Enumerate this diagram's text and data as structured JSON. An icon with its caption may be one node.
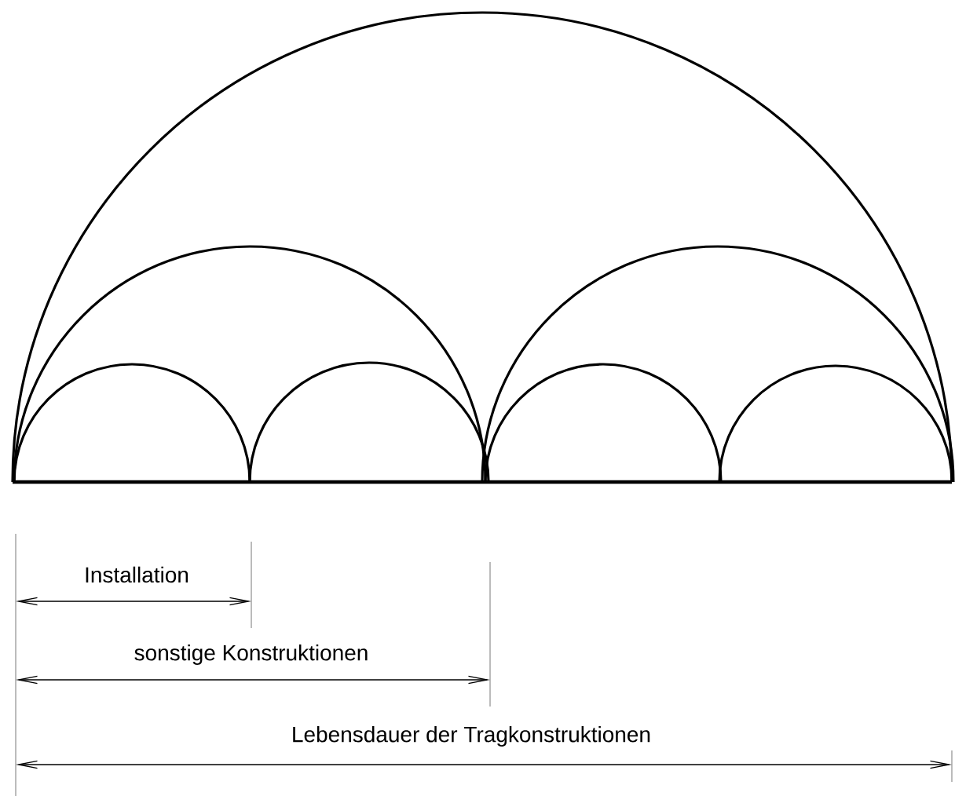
{
  "diagram": {
    "labels": [
      "Installation",
      "sonstige Konstruktionen",
      "Lebensdauer der Tragkonstruktionen"
    ]
  }
}
